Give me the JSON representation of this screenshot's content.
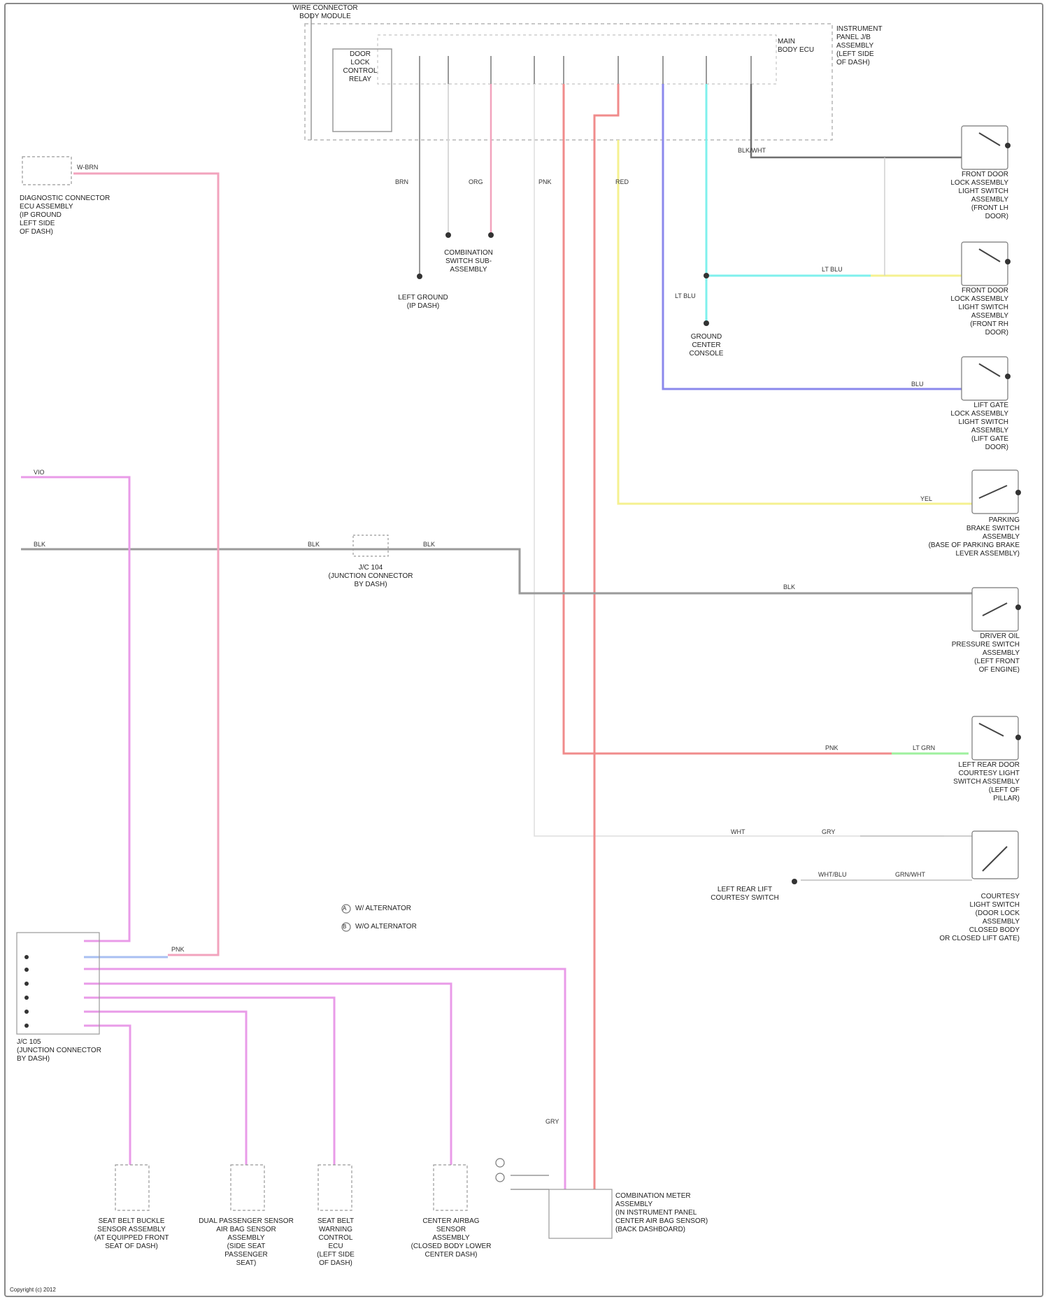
{
  "component_labels": {
    "body_module": "WIRE CONNECTOR\nBODY MODULE",
    "instrument_panel": "INSTRUMENT\nPANEL J/B\nASSEMBLY\n(LEFT SIDE\nOF DASH)",
    "main_body_ecu": "MAIN\nBODY ECU",
    "fuse_relay": "DOOR\nLOCK\nCONTROL\nRELAY",
    "diagnostic_left": "DIAGNOSTIC CONNECTOR\nECU ASSEMBLY\n(IP GROUND\nLEFT SIDE\nOF DASH)",
    "ground_left": "LEFT GROUND\n(IP DASH)",
    "combination": "COMBINATION\nSWITCH SUB-\nASSEMBLY",
    "ground_center": "GROUND\nCENTER\nCONSOLE",
    "front_door_lh": "FRONT DOOR\nLOCK ASSEMBLY\nLIGHT SWITCH\nASSEMBLY\n(FRONT LH\nDOOR)",
    "front_door_rh": "FRONT DOOR\nLOCK ASSEMBLY\nLIGHT SWITCH\nASSEMBLY\n(FRONT RH\nDOOR)",
    "rear_door": "LIFT GATE\nLOCK ASSEMBLY\nLIGHT SWITCH\nASSEMBLY\n(LIFT GATE\nDOOR)",
    "parking_brake": "PARKING\nBRAKE SWITCH\nASSEMBLY\n(BASE OF PARKING BRAKE\nLEVER ASSEMBLY)",
    "ign_key": "DRIVER OIL\nPRESSURE SWITCH\nASSEMBLY\n(LEFT FRONT\nOF ENGINE)",
    "lift_gate": "LEFT REAR DOOR\nCOURTESY LIGHT\nSWITCH ASSEMBLY\n(LEFT OF\nPILLAR)",
    "courtesy": "COURTESY\nLIGHT SWITCH\n(DOOR LOCK\nASSEMBLY\nCLOSED BODY\nOR CLOSED LIFT GATE)",
    "lift_gate_latch": "LEFT REAR LIFT\nCOURTESY SWITCH",
    "joint_connector": "J/C 104\n(JUNCTION CONNECTOR\nBY DASH)",
    "joint_connector2": "J/C 105\n(JUNCTION CONNECTOR\nBY DASH)",
    "bottom_1": "SEAT BELT BUCKLE\nSENSOR ASSEMBLY\n(AT EQUIPPED FRONT\nSEAT OF DASH)",
    "bottom_2": "DUAL PASSENGER SENSOR\nAIR BAG SENSOR\nASSEMBLY\n(SIDE SEAT\nPASSENGER\nSEAT)",
    "bottom_3": "SEAT BELT\nWARNING\nCONTROL\nECU\n(LEFT SIDE\nOF DASH)",
    "bottom_4": "CENTER AIRBAG\nSENSOR\nASSEMBLY\n(CLOSED BODY LOWER\nCENTER DASH)",
    "bottom_5": "COMBINATION METER\nASSEMBLY\n(IN INSTRUMENT PANEL\nCENTER AIR BAG SENSOR)\n(BACK DASHBOARD)",
    "legend_1": "W/ ALTERNATOR",
    "legend_2": "W/O ALTERNATOR",
    "footer": "Copyright (c) 2012"
  },
  "wire_labels": {
    "body_conn": "W-BRN",
    "left_in_1": "VIO",
    "left_in_2": "BLK",
    "blk_j1": "BLK",
    "blk_j2": "BLK",
    "blk_rt": "BLK",
    "pnk_mid": "PNK",
    "lt_grn": "LT GRN",
    "gry": "GRY",
    "ylw": "YEL",
    "blu": "BLU",
    "lt_blu": "LT BLU",
    "lt_blu2": "LT BLU",
    "wht_blu": "WHT/BLU",
    "red": "RED",
    "org": "ORG",
    "brn": "BRN",
    "pnk_top": "PNK",
    "pnk_bottom": "PNK",
    "gry_bottom": "GRY",
    "wht": "WHT",
    "grn_wht": "GRN/WHT",
    "blk_wht": "BLK/WHT"
  },
  "legend_symbols": [
    "A",
    "B"
  ],
  "colors": {
    "pink": "#f2a3bd",
    "magenta": "#e99be8",
    "red": "#f08b8b",
    "gray": "#9a9a9a",
    "dark_gray": "#6f6f6f",
    "yellow": "#f5f190",
    "cyan": "#7ff0ec",
    "blue": "#8b88ec",
    "light_green": "#9ef09e",
    "light_blue": "#a9bff2",
    "thin_gray": "#bdbdbd"
  }
}
